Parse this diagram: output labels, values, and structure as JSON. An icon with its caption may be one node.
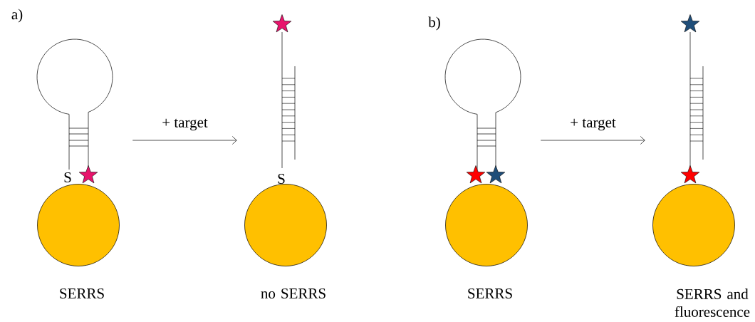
{
  "diagram": {
    "nodes": [
      {
        "text": [],
        "shape": "picture",
        "beside": [
          "SERRS"
        ]
      },
      {
        "text": [],
        "shape": "picture",
        "beside": [
          "no SERRS"
        ]
      },
      {
        "text": [],
        "shape": "picture",
        "beside": [
          "SERRS"
        ]
      },
      {
        "text": [],
        "shape": "picture",
        "beside": [
          "SERRS and fluorescence"
        ]
      }
    ],
    "edges": [
      {
        "from": 0,
        "to": 1,
        "arrow": "to",
        "label": "+ target"
      },
      {
        "from": 2,
        "to": 3,
        "arrow": "to",
        "label": "+ target"
      }
    ],
    "labels": [
      "a)",
      "b)",
      "S",
      "S"
    ]
  }
}
